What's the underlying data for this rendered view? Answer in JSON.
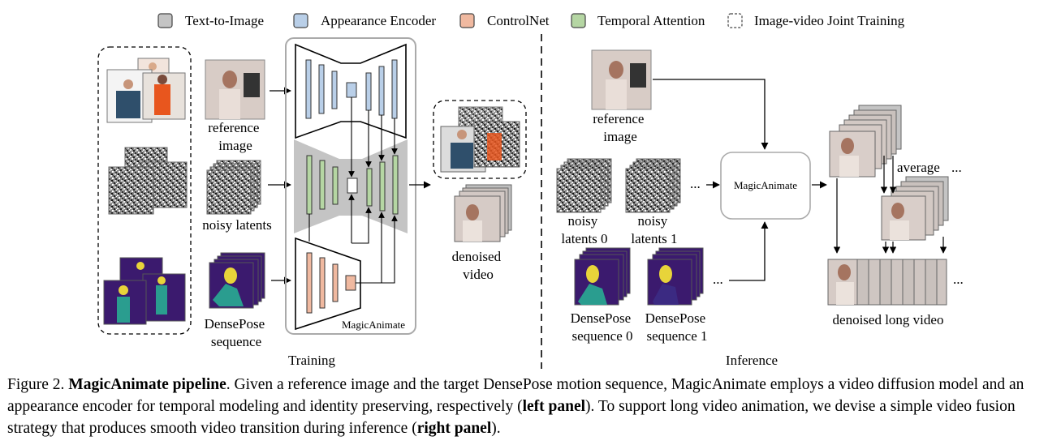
{
  "legend": [
    {
      "label": "Text-to-Image",
      "fill": "#c4c4c4",
      "dashed": false
    },
    {
      "label": "Appearance Encoder",
      "fill": "#b9cfe8",
      "dashed": false
    },
    {
      "label": "ControlNet",
      "fill": "#f0b9a0",
      "dashed": false
    },
    {
      "label": "Temporal Attention",
      "fill": "#b5d6a3",
      "dashed": false
    },
    {
      "label": "Image-video Joint Training",
      "fill": "#ffffff",
      "dashed": true
    }
  ],
  "colors": {
    "encoder": "#b9cfe8",
    "controlnet": "#f0b9a0",
    "temporal": "#b5d6a3",
    "t2i": "#c4c4c4",
    "pose_bg": "#3b1a6e",
    "pose_body": "#2a9d8f",
    "pose_head": "#e8d43a",
    "photo": "#d9c7c0"
  },
  "training": {
    "panel_title": "Training",
    "reference_label": [
      "reference",
      "image"
    ],
    "noisy_label": "noisy latents",
    "pose_label": [
      "DensePose",
      "sequence"
    ],
    "denoised_label": [
      "denoised",
      "video"
    ],
    "model_label": "MagicAnimate"
  },
  "inference": {
    "panel_title": "Inference",
    "reference_label": [
      "reference",
      "image"
    ],
    "noisy0_label": [
      "noisy",
      "latents 0"
    ],
    "noisy1_label": [
      "noisy",
      "latents 1"
    ],
    "pose0_label": [
      "DensePose",
      "sequence 0"
    ],
    "pose1_label": [
      "DensePose",
      "sequence 1"
    ],
    "model_label": "MagicAnimate",
    "average_label": "average",
    "output_label": "denoised long video",
    "ellipsis": "..."
  },
  "caption": {
    "prefix": "Figure 2. ",
    "title": "MagicAnimate pipeline",
    "text1": ". Given a reference image and the target DensePose motion sequence, MagicAnimate employs a video diffusion model and an appearance encoder for temporal modeling and identity preserving, respectively (",
    "bold1": "left panel",
    "text2": "). To support long video animation, we devise a simple video fusion strategy that produces smooth video transition during inference (",
    "bold2": "right panel",
    "text3": ")."
  }
}
